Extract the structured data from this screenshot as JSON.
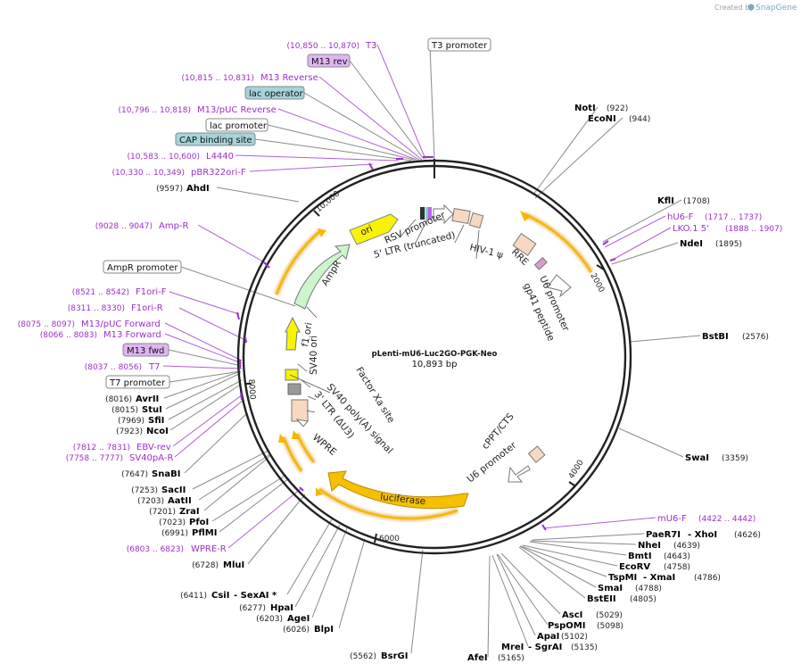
{
  "branding": {
    "created_by": "Created by",
    "brand": "SnapGene"
  },
  "plasmid": {
    "name": "pLenti-mU6-Luc2GO-PGK-Neo",
    "size": "10,893 bp"
  },
  "ticks": [
    "2000",
    "4000",
    "6000",
    "8000",
    "10,000"
  ],
  "colors": {
    "ring": "#222222",
    "site_black": "#000000",
    "site_purple": "#9b30c8",
    "leader_gray": "#8a8a8a",
    "leader_purple": "#b060d8",
    "orange": "#f5b800",
    "orange_glow": "#f3c98a",
    "yellow": "#f8f400",
    "green": "#ccf5cc",
    "peach": "#f8d8c0",
    "pink": "#e09ad4",
    "badge_purple": "#e0b5f2",
    "badge_blue": "#a6d3dc"
  },
  "left_sites": [
    {
      "text": "(9597)",
      "name": "AhdI",
      "color": "black"
    },
    {
      "text": "(8016)",
      "name": "AvrII",
      "color": "black"
    },
    {
      "text": "(8015)",
      "name": "StuI",
      "color": "black"
    },
    {
      "text": "(7969)",
      "name": "SfiI",
      "color": "black"
    },
    {
      "text": "(7923)",
      "name": "NcoI",
      "color": "black"
    },
    {
      "text": "(7812 .. 7831)",
      "name": "EBV-rev",
      "color": "purple"
    },
    {
      "text": "(7758 .. 7777)",
      "name": "SV40pA-R",
      "color": "purple"
    },
    {
      "text": "(7647)",
      "name": "SnaBI",
      "color": "black"
    },
    {
      "text": "(7253)",
      "name": "SacII",
      "color": "black"
    },
    {
      "text": "(7203)",
      "name": "AatII",
      "color": "black"
    },
    {
      "text": "(7201)",
      "name": "ZraI",
      "color": "black"
    },
    {
      "text": "(7023)",
      "name": "PfoI",
      "color": "black"
    },
    {
      "text": "(6991)",
      "name": "PflMI",
      "color": "black"
    },
    {
      "text": "(6803 .. 6823)",
      "name": "WPRE-R",
      "color": "purple"
    },
    {
      "text": "(6728)",
      "name": "MluI",
      "color": "black"
    },
    {
      "text": "(6411)",
      "name": "CsiI",
      "color": "black",
      "extra": " - SexAI *"
    },
    {
      "text": "(6277)",
      "name": "HpaI",
      "color": "black"
    },
    {
      "text": "(6203)",
      "name": "AgeI",
      "color": "black"
    },
    {
      "text": "(6026)",
      "name": "BlpI",
      "color": "black"
    },
    {
      "text": "(5562)",
      "name": "BsrGI",
      "color": "black"
    }
  ],
  "left_primers": [
    {
      "range": "(10,850 .. 10,870)",
      "name": "T3"
    },
    {
      "range": "(10,815 .. 10,831)",
      "name": "M13 Reverse"
    },
    {
      "range": "(10,796 .. 10,818)",
      "name": "M13/pUC Reverse"
    },
    {
      "range": "(10,583 .. 10,600)",
      "name": "L4440"
    },
    {
      "range": "(10,330 .. 10,349)",
      "name": "pBR322ori-F"
    },
    {
      "range": "(9028 .. 9047)",
      "name": "Amp-R"
    },
    {
      "range": "(8521 .. 8542)",
      "name": "F1ori-F"
    },
    {
      "range": "(8311 .. 8330)",
      "name": "F1ori-R"
    },
    {
      "range": "(8075 .. 8097)",
      "name": "M13/pUC Forward"
    },
    {
      "range": "(8066 .. 8083)",
      "name": "M13 Forward"
    },
    {
      "range": "(8037 .. 8056)",
      "name": "T7"
    }
  ],
  "badges": [
    {
      "name": "T3 promoter",
      "style": "white"
    },
    {
      "name": "M13 rev",
      "style": "purple"
    },
    {
      "name": "lac operator",
      "style": "blue"
    },
    {
      "name": "lac promoter",
      "style": "white"
    },
    {
      "name": "CAP binding site",
      "style": "blue"
    },
    {
      "name": "AmpR promoter",
      "style": "white"
    },
    {
      "name": "M13 fwd",
      "style": "purple"
    },
    {
      "name": "T7 promoter",
      "style": "white"
    }
  ],
  "right_sites": [
    {
      "name": "NotI",
      "pos": "(922)",
      "color": "black"
    },
    {
      "name": "EcoNI",
      "pos": "(944)",
      "color": "black"
    },
    {
      "name": "KflI",
      "pos": "(1708)",
      "color": "black"
    },
    {
      "name": "hU6-F",
      "pos": "(1717 .. 1737)",
      "color": "purple"
    },
    {
      "name": "LKO.1 5'",
      "pos": "(1888 .. 1907)",
      "color": "purple"
    },
    {
      "name": "NdeI",
      "pos": "(1895)",
      "color": "black"
    },
    {
      "name": "BstBI",
      "pos": "(2576)",
      "color": "black"
    },
    {
      "name": "SwaI",
      "pos": "(3359)",
      "color": "black"
    },
    {
      "name": "mU6-F",
      "pos": "(4422 .. 4442)",
      "color": "purple"
    },
    {
      "name": "PaeR7I",
      "pos": "(4626)",
      "color": "black",
      "extra": " - XhoI"
    },
    {
      "name": "NheI",
      "pos": "(4639)",
      "color": "black"
    },
    {
      "name": "BmtI",
      "pos": "(4643)",
      "color": "black"
    },
    {
      "name": "EcoRV",
      "pos": "(4758)",
      "color": "black"
    },
    {
      "name": "TspMI",
      "pos": "(4786)",
      "color": "black",
      "extra": " - XmaI"
    },
    {
      "name": "SmaI",
      "pos": "(4788)",
      "color": "black"
    },
    {
      "name": "BstEII",
      "pos": "(4805)",
      "color": "black"
    },
    {
      "name": "AscI",
      "pos": "(5029)",
      "color": "black"
    },
    {
      "name": "PspOMI",
      "pos": "(5098)",
      "color": "black"
    },
    {
      "name": "ApaI",
      "pos": "(5102)",
      "color": "black"
    },
    {
      "name": "MreI",
      "pos": "(5135)",
      "color": "black",
      "extra": " - SgrAI"
    },
    {
      "name": "AfeI",
      "pos": "(5165)",
      "color": "black"
    }
  ],
  "features": [
    "ori",
    "RSV promoter",
    "5' LTR (truncated)",
    "HIV-1 ψ",
    "RRE",
    "gp41 peptide",
    "U6 promoter",
    "AmpR",
    "f1 ori",
    "SV40 ori",
    "Factor Xa site",
    "SV40 poly(A) signal",
    "3' LTR (ΔU3)",
    "WPRE",
    "luciferase",
    "U6 promoter",
    "cPPT/CTS"
  ]
}
